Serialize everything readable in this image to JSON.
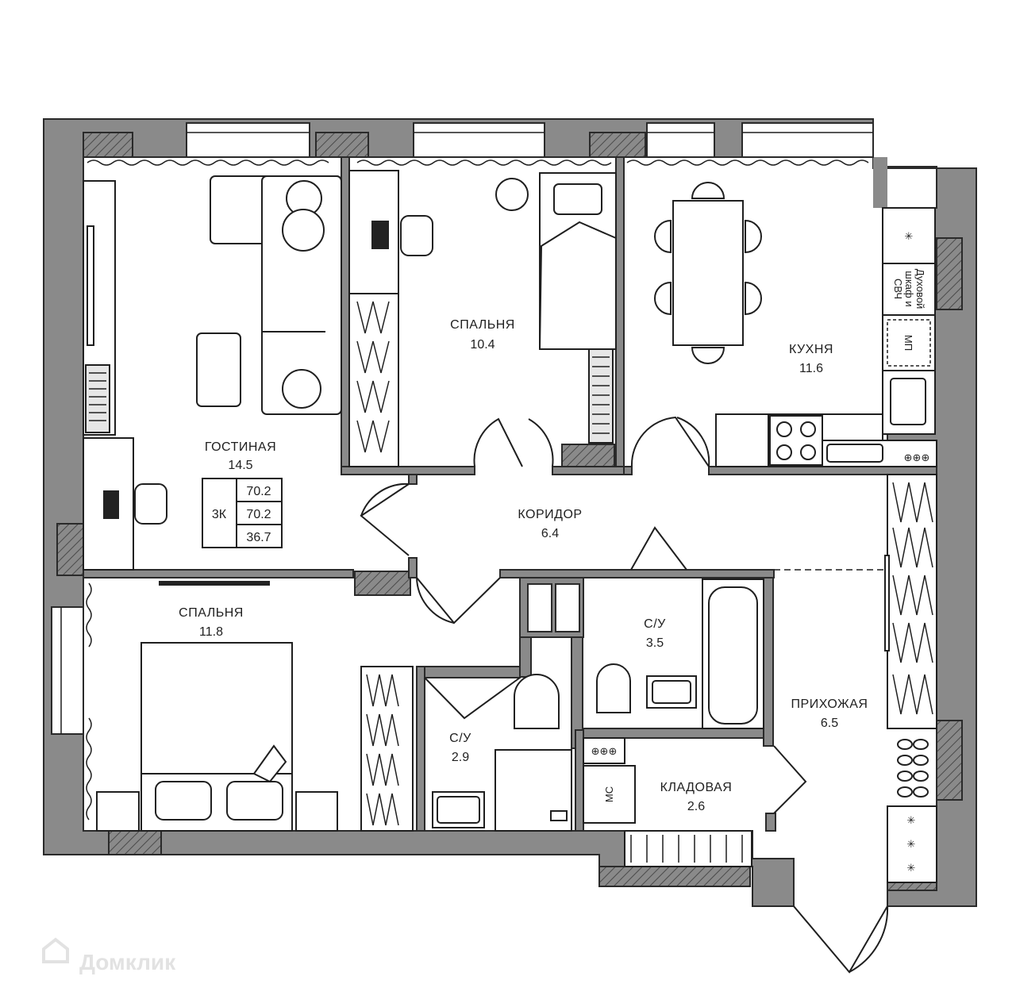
{
  "rooms": {
    "living": {
      "name": "ГОСТИНАЯ",
      "area": "14.5"
    },
    "bedroom_top": {
      "name": "СПАЛЬНЯ",
      "area": "10.4"
    },
    "kitchen": {
      "name": "КУХНЯ",
      "area": "11.6"
    },
    "corridor": {
      "name": "КОРИДОР",
      "area": "6.4"
    },
    "bedroom_bottom": {
      "name": "СПАЛЬНЯ",
      "area": "11.8"
    },
    "bath_big": {
      "name": "С/У",
      "area": "3.5"
    },
    "bath_small": {
      "name": "С/У",
      "area": "2.9"
    },
    "hall": {
      "name": "ПРИХОЖАЯ",
      "area": "6.5"
    },
    "storage": {
      "name": "КЛАДОВАЯ",
      "area": "2.6"
    }
  },
  "summary": {
    "type": "3К",
    "total": "70.2",
    "total2": "70.2",
    "living": "36.7"
  },
  "labels": {
    "oven_line1": "Духовой",
    "oven_line2": "шкаф и",
    "oven_line3": "СВЧ",
    "dishwasher": "МП",
    "washer": "МС"
  },
  "watermark": "Домклик"
}
